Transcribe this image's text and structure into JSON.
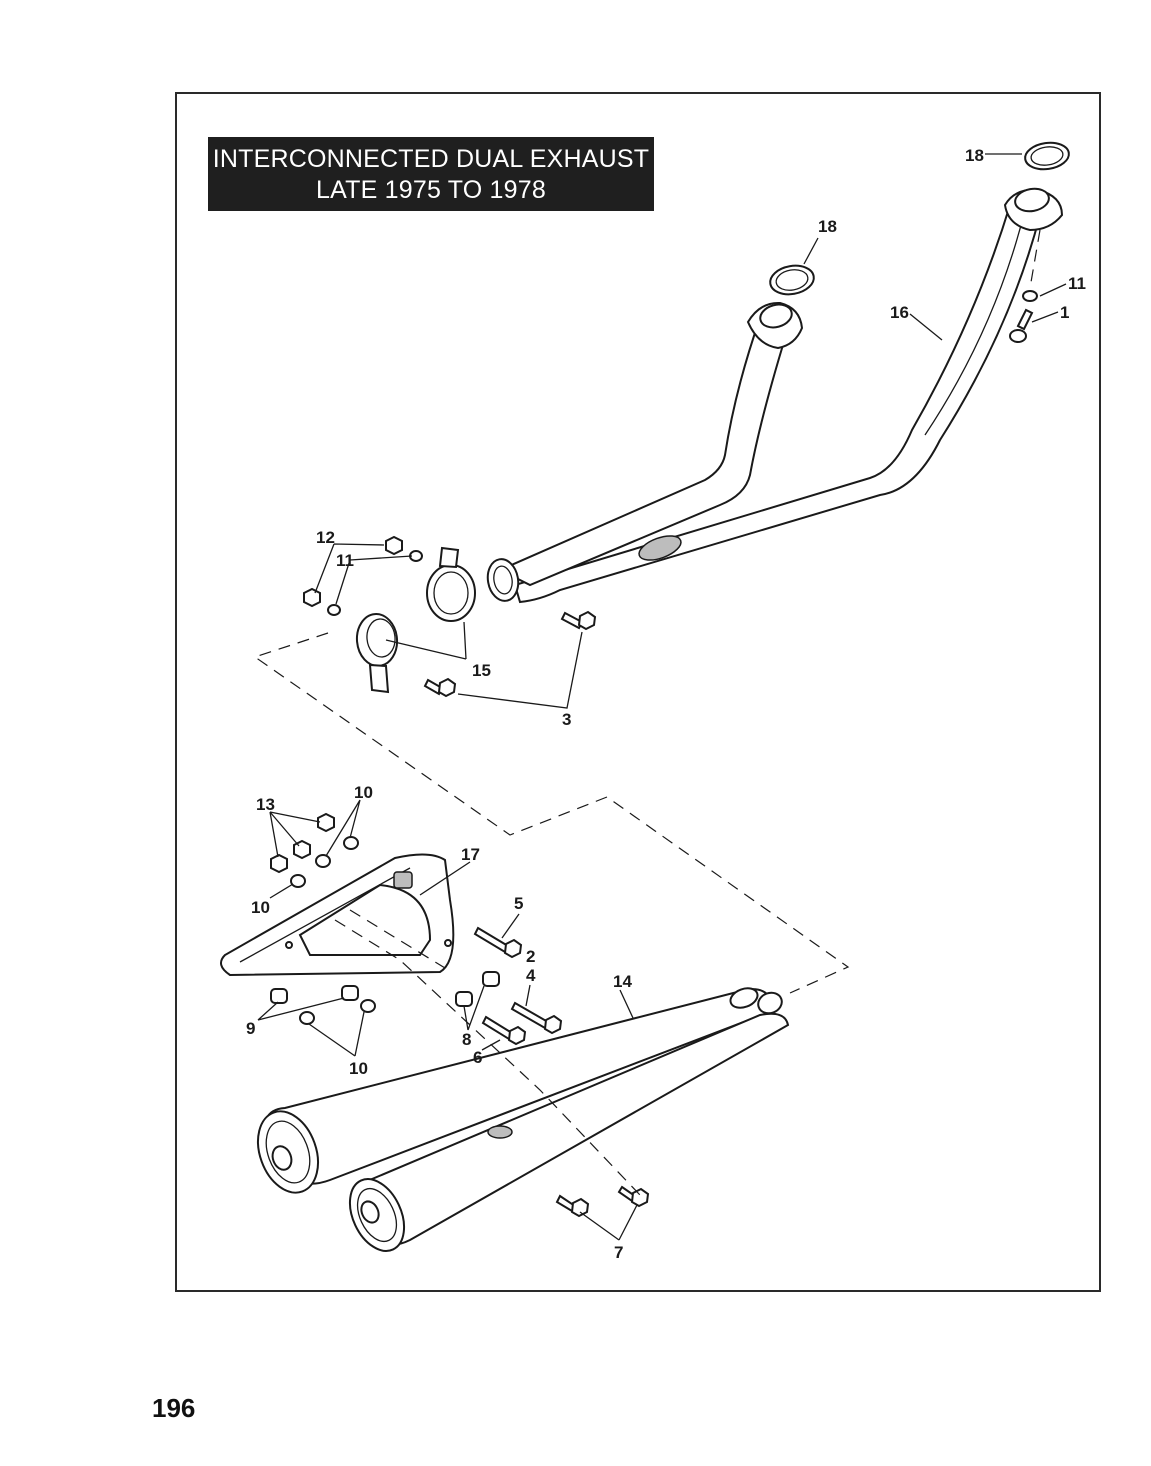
{
  "title": {
    "line1": "INTERCONNECTED DUAL EXHAUST",
    "line2": "LATE 1975 TO 1978"
  },
  "page_number": "196",
  "callouts": {
    "c18a": "18",
    "c18b": "18",
    "c11a": "11",
    "c1": "1",
    "c16": "16",
    "c12": "12",
    "c11b": "11",
    "c15": "15",
    "c3": "3",
    "c13": "13",
    "c10a": "10",
    "c17": "17",
    "c10b": "10",
    "c5": "5",
    "c2": "2",
    "c4": "4",
    "c14": "14",
    "c9": "9",
    "c8": "8",
    "c6": "6",
    "c10c": "10",
    "c7": "7"
  }
}
